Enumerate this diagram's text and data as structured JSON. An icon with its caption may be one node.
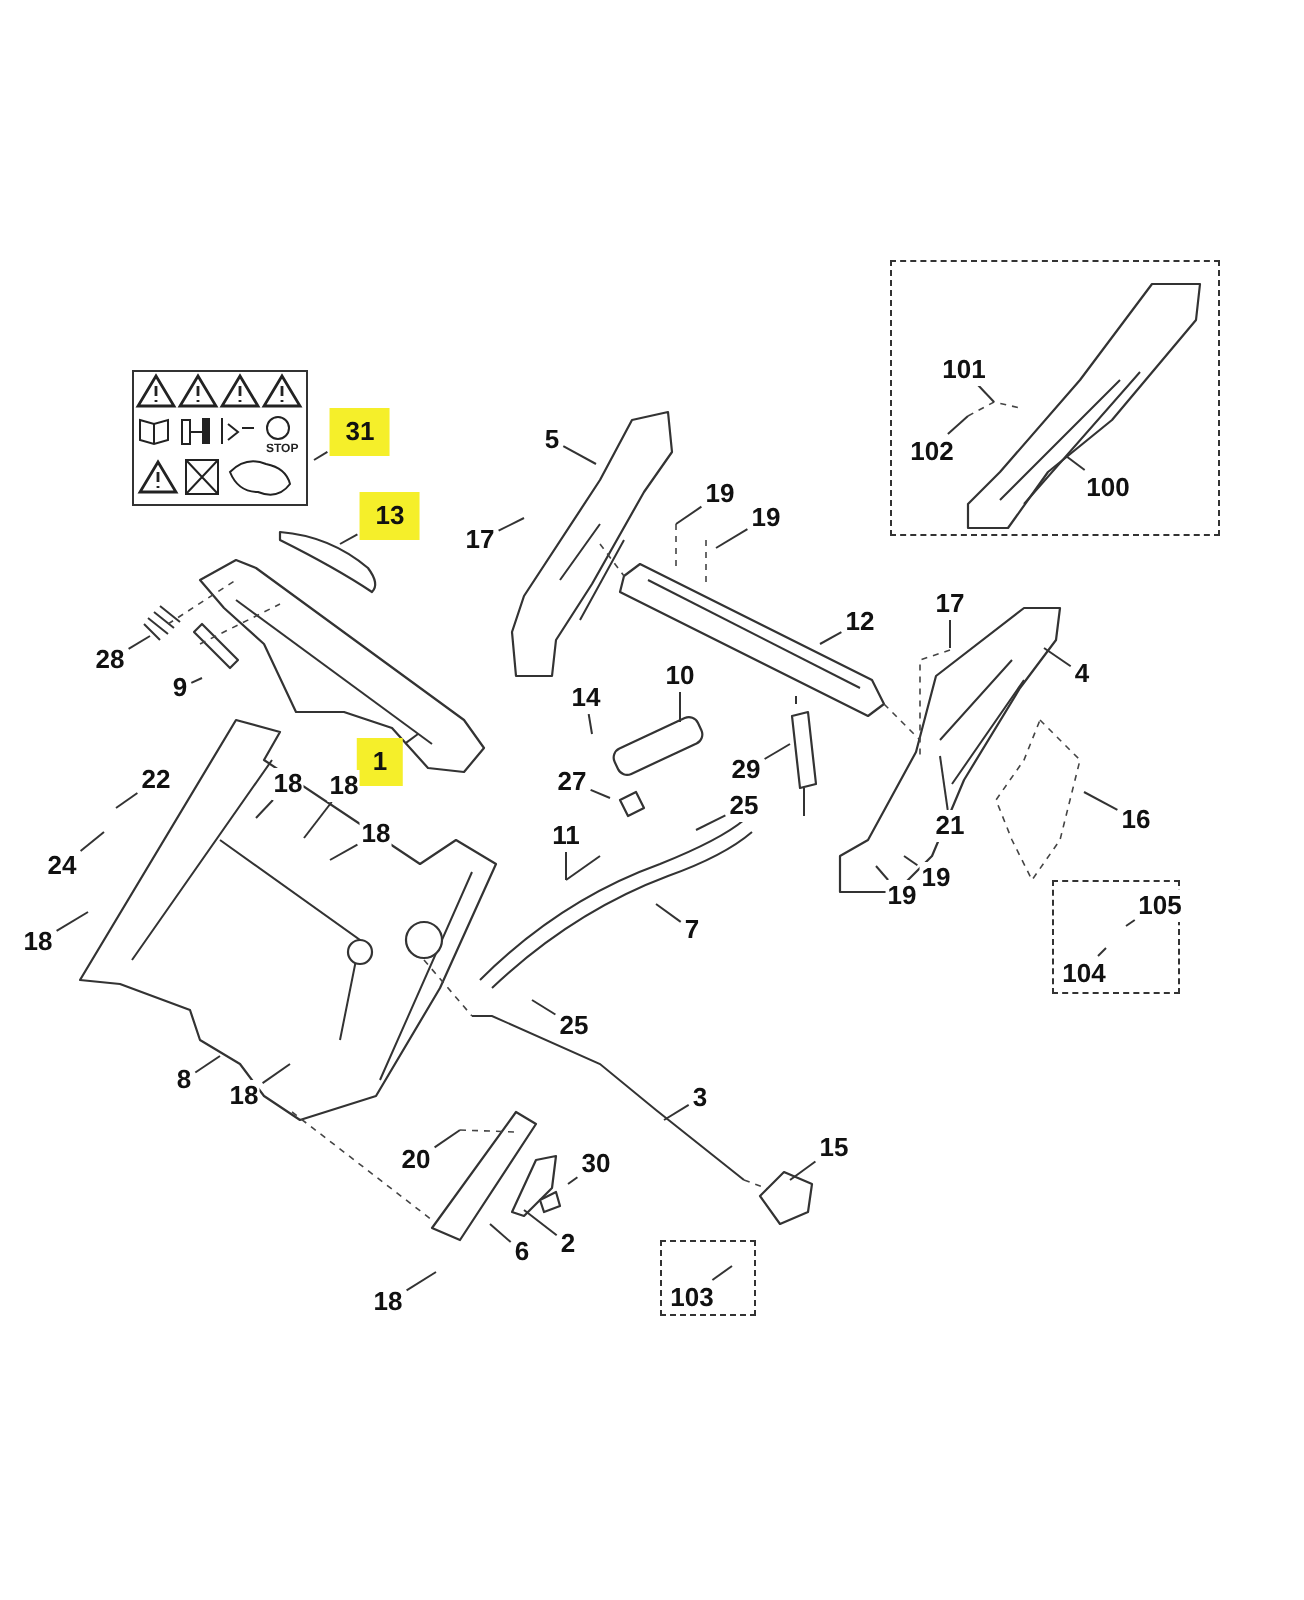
{
  "diagram": {
    "nodes": [
      {
        "text": [],
        "shape": "box"
      },
      {
        "text": [
          "101"
        ],
        "in": 0
      },
      {
        "text": [
          "102"
        ],
        "in": 0
      },
      {
        "text": [
          "100"
        ],
        "in": 0
      },
      {
        "text": [
          "31"
        ]
      },
      {
        "text": [
          "5"
        ]
      },
      {
        "text": [
          "13"
        ]
      },
      {
        "text": [
          "19"
        ]
      },
      {
        "text": [
          "19"
        ]
      },
      {
        "text": [
          "17"
        ]
      },
      {
        "text": [
          "17"
        ]
      },
      {
        "text": [
          "12"
        ]
      },
      {
        "text": [
          "28"
        ]
      },
      {
        "text": [
          "4"
        ]
      },
      {
        "text": [
          "9"
        ]
      },
      {
        "text": [
          "10"
        ]
      },
      {
        "text": [
          "14"
        ]
      },
      {
        "text": [
          "1"
        ]
      },
      {
        "text": [
          "29"
        ]
      },
      {
        "text": [
          "27"
        ]
      },
      {
        "text": [
          "18"
        ]
      },
      {
        "text": [
          "18"
        ]
      },
      {
        "text": [
          "22"
        ]
      },
      {
        "text": [
          "25"
        ]
      },
      {
        "text": [
          "16"
        ]
      },
      {
        "text": [
          "21"
        ]
      },
      {
        "text": [
          "18"
        ]
      },
      {
        "text": [
          "11"
        ]
      },
      {
        "text": [
          "24"
        ]
      },
      {
        "text": [
          "19"
        ]
      },
      {
        "text": [
          "19"
        ]
      },
      {
        "text": [],
        "shape": "box"
      },
      {
        "text": [
          "105"
        ],
        "in": 31
      },
      {
        "text": [
          "104"
        ],
        "in": 31
      },
      {
        "text": [
          "7"
        ]
      },
      {
        "text": [
          "18"
        ]
      },
      {
        "text": [
          "25"
        ]
      },
      {
        "text": [
          "8"
        ]
      },
      {
        "text": [
          "18"
        ]
      },
      {
        "text": [
          "3"
        ]
      },
      {
        "text": [
          "15"
        ]
      },
      {
        "text": [
          "20"
        ]
      },
      {
        "text": [
          "30"
        ]
      },
      {
        "text": [],
        "shape": "box"
      },
      {
        "text": [
          "103"
        ],
        "in": 43
      },
      {
        "text": [
          "2"
        ]
      },
      {
        "text": [
          "6"
        ]
      },
      {
        "text": [
          "18"
        ]
      }
    ],
    "edges": [
      {
        "from": 1,
        "to": null,
        "arrow": "none"
      },
      {
        "from": 2,
        "to": null,
        "arrow": "none"
      },
      {
        "from": 3,
        "to": null,
        "arrow": "none"
      },
      {
        "from": 4,
        "to": null,
        "arrow": "none"
      },
      {
        "from": 5,
        "to": null,
        "arrow": "none"
      },
      {
        "from": 6,
        "to": null,
        "arrow": "none"
      },
      {
        "from": 7,
        "to": null,
        "arrow": "none"
      },
      {
        "from": 8,
        "to": null,
        "arrow": "none"
      },
      {
        "from": 9,
        "to": null,
        "arrow": "none"
      },
      {
        "from": 10,
        "to": null,
        "arrow": "none"
      },
      {
        "from": 11,
        "to": null,
        "arrow": "none"
      },
      {
        "from": 12,
        "to": null,
        "arrow": "none"
      },
      {
        "from": 13,
        "to": null,
        "arrow": "none"
      },
      {
        "from": 14,
        "to": null,
        "arrow": "none"
      },
      {
        "from": 15,
        "to": null,
        "arrow": "none"
      },
      {
        "from": 16,
        "to": null,
        "arrow": "none"
      },
      {
        "from": 17,
        "to": null,
        "arrow": "none"
      },
      {
        "from": 18,
        "to": null,
        "arrow": "none"
      },
      {
        "from": 19,
        "to": null,
        "arrow": "none"
      },
      {
        "from": 20,
        "to": null,
        "arrow": "none"
      },
      {
        "from": 21,
        "to": null,
        "arrow": "none"
      },
      {
        "from": 22,
        "to": null,
        "arrow": "none"
      },
      {
        "from": 23,
        "to": null,
        "arrow": "none"
      },
      {
        "from": 24,
        "to": null,
        "arrow": "none"
      },
      {
        "from": 25,
        "to": null,
        "arrow": "none"
      },
      {
        "from": 26,
        "to": null,
        "arrow": "none"
      },
      {
        "from": 27,
        "to": null,
        "arrow": "none"
      },
      {
        "from": 28,
        "to": null,
        "arrow": "none"
      },
      {
        "from": 29,
        "to": null,
        "arrow": "none"
      },
      {
        "from": 30,
        "to": null,
        "arrow": "none"
      },
      {
        "from": 32,
        "to": null,
        "arrow": "none"
      },
      {
        "from": 33,
        "to": null,
        "arrow": "none"
      },
      {
        "from": 34,
        "to": null,
        "arrow": "none"
      },
      {
        "from": 35,
        "to": null,
        "arrow": "none"
      },
      {
        "from": 36,
        "to": null,
        "arrow": "none"
      },
      {
        "from": 37,
        "to": null,
        "arrow": "none"
      },
      {
        "from": 38,
        "to": null,
        "arrow": "none"
      },
      {
        "from": 39,
        "to": null,
        "arrow": "none"
      },
      {
        "from": 40,
        "to": null,
        "arrow": "none"
      },
      {
        "from": 41,
        "to": null,
        "arrow": "none"
      },
      {
        "from": 42,
        "to": null,
        "arrow": "none"
      },
      {
        "from": 44,
        "to": null,
        "arrow": "none"
      },
      {
        "from": 45,
        "to": null,
        "arrow": "none"
      },
      {
        "from": 46,
        "to": null,
        "arrow": "none"
      },
      {
        "from": 47,
        "to": null,
        "arrow": "none"
      }
    ],
    "labels": [
      "STOP"
    ]
  }
}
